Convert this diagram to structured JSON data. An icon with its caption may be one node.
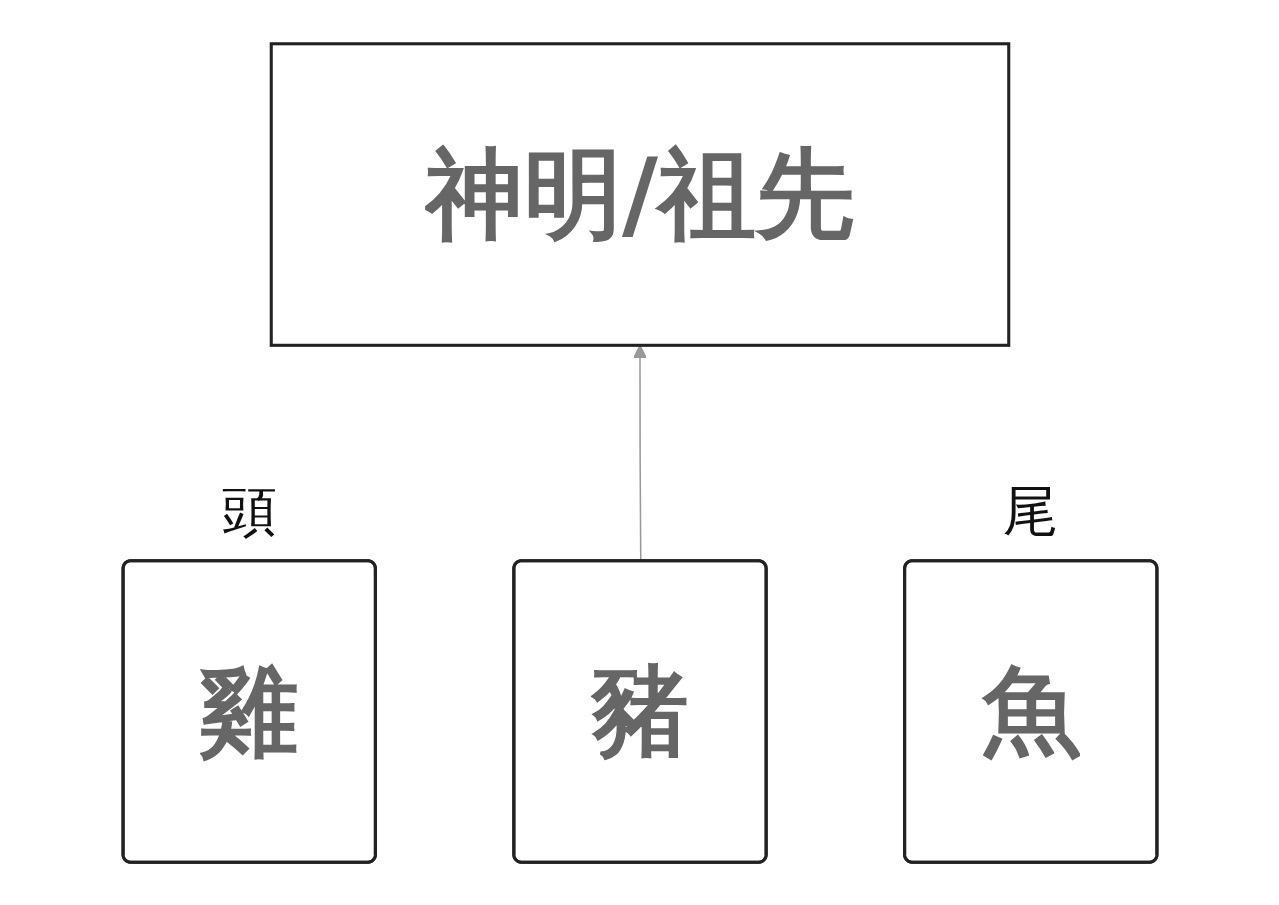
{
  "diagram": {
    "nodes": [
      {
        "text": [
          "神明/祖先"
        ]
      },
      {
        "text": [
          "雞"
        ],
        "beside": [
          "頭"
        ]
      },
      {
        "text": [
          "豬"
        ]
      },
      {
        "text": [
          "魚"
        ],
        "beside": [
          "尾"
        ]
      }
    ],
    "edges": [
      {
        "from": 2,
        "to": 0,
        "arrow": "to"
      }
    ]
  }
}
